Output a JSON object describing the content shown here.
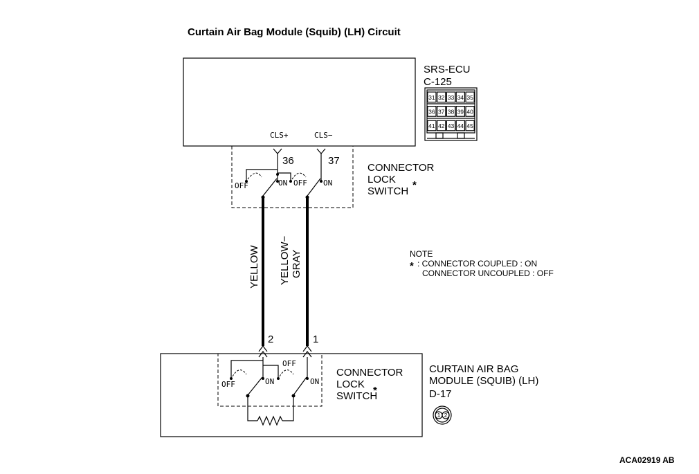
{
  "title": "Curtain Air Bag Module (Squib) (LH) Circuit",
  "ecu": {
    "name": "SRS-ECU",
    "connector": "C-125",
    "pin_rows": [
      [
        "31",
        "32",
        "33",
        "34",
        "35"
      ],
      [
        "36",
        "37",
        "38",
        "39",
        "40"
      ],
      [
        "41",
        "42",
        "43",
        "44",
        "45"
      ]
    ],
    "terminal_cls_plus": "CLS+",
    "terminal_cls_minus": "CLS−",
    "pin_a": "36",
    "pin_b": "37"
  },
  "switch_top": {
    "label_line1": "CONNECTOR",
    "label_line2": "LOCK",
    "label_line3": "SWITCH",
    "asterisk": "*",
    "off_a": "OFF",
    "on_a": "ON",
    "off_b": "OFF",
    "on_b": "ON"
  },
  "wires": {
    "left_color": "YELLOW",
    "right_color_line1": "YELLOW−",
    "right_color_line2": "GRAY"
  },
  "note": {
    "heading": "NOTE",
    "asterisk": "*",
    "line1": ": CONNECTOR COUPLED : ON",
    "line2": "CONNECTOR UNCOUPLED : OFF"
  },
  "module": {
    "name_line1": "CURTAIN AIR BAG",
    "name_line2": "MODULE (SQUIB) (LH)",
    "connector": "D-17",
    "pin_left": "2",
    "pin_right": "1",
    "connector_pins": [
      "1",
      "2"
    ]
  },
  "switch_bottom": {
    "label_line1": "CONNECTOR",
    "label_line2": "LOCK",
    "label_line3": "SWITCH",
    "asterisk": "*",
    "off_top": "OFF",
    "off_left": "OFF",
    "on_a": "ON",
    "on_b": "ON"
  },
  "figure_code": "ACA02919 AB"
}
